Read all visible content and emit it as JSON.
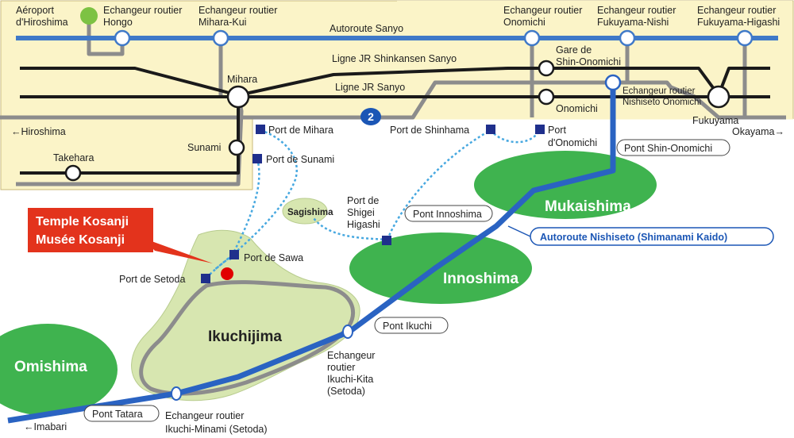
{
  "colors": {
    "mainland": "#fbf4c8",
    "island_green": "#3fb34f",
    "island_light": "#d7e6b0",
    "highway_blue": "#3f79c8",
    "route_blue": "#2a63c2",
    "rail": "#1a1a1a",
    "road_gray": "#8c8c8c",
    "ferry": "#47a8e0",
    "port": "#1f2f8c",
    "callout": "#e3331c",
    "temple_dot": "#e10000",
    "airport_dot": "#7dc243"
  },
  "roads": {
    "sanyo": "Autoroute Sanyo",
    "nishiseto": "Autoroute Nishiseto (Shimanami Kaido)",
    "route_number": "2"
  },
  "rail": {
    "shinkansen": "Ligne JR Shinkansen Sanyo",
    "sanyo": "Ligne JR Sanyo"
  },
  "places": {
    "airport": [
      "Aéroport",
      "d'Hiroshima"
    ],
    "ic_hongo": [
      "Echangeur routier",
      "Hongo"
    ],
    "ic_mihara_kui": [
      "Echangeur routier",
      "Mihara-Kui"
    ],
    "ic_onomichi": [
      "Echangeur routier",
      "Onomichi"
    ],
    "ic_fukuyama_nishi": [
      "Echangeur routier",
      "Fukuyama-Nishi"
    ],
    "ic_fukuyama_higashi": [
      "Echangeur routier",
      "Fukuyama-Higashi"
    ],
    "ic_nishiseto": [
      "Echangeur routier",
      "Nishiseto Onomichi"
    ],
    "shin_onomichi": [
      "Gare de",
      "Shin-Onomichi"
    ],
    "mihara": "Mihara",
    "onomichi": "Onomichi",
    "fukuyama": "Fukuyama",
    "okayama": "Okayama→",
    "hiroshima": "←Hiroshima",
    "sunami": "Sunami",
    "takehara": "Takehara",
    "imabari": "←Imabari",
    "ic_ikuchi_kita": [
      "Echangeur",
      "routier",
      "Ikuchi-Kita",
      "(Setoda)"
    ],
    "ic_ikuchi_minami": [
      "Echangeur routier",
      "Ikuchi-Minami (Setoda)"
    ]
  },
  "ports": {
    "mihara": "Port de Mihara",
    "sunami": "Port de Sunami",
    "shinhama": "Port de Shinhama",
    "onomichi": [
      "Port",
      "d'Onomichi"
    ],
    "shigei": [
      "Port de",
      "Shigei",
      "Higashi"
    ],
    "sawa": "Port de Sawa",
    "setoda": "Port de Setoda"
  },
  "islands": {
    "mukaishima": "Mukaishima",
    "innoshima": "Innoshima",
    "ikuchijima": "Ikuchijima",
    "omishima": "Omishima",
    "sagishima": "Sagishima"
  },
  "bridges": {
    "shin_onomichi": "Pont Shin-Onomichi",
    "innoshima": "Pont Innoshima",
    "ikuchi": "Pont Ikuchi",
    "tatara": "Pont Tatara"
  },
  "callout": {
    "line1": "Temple Kosanji",
    "line2": "Musée Kosanji"
  }
}
